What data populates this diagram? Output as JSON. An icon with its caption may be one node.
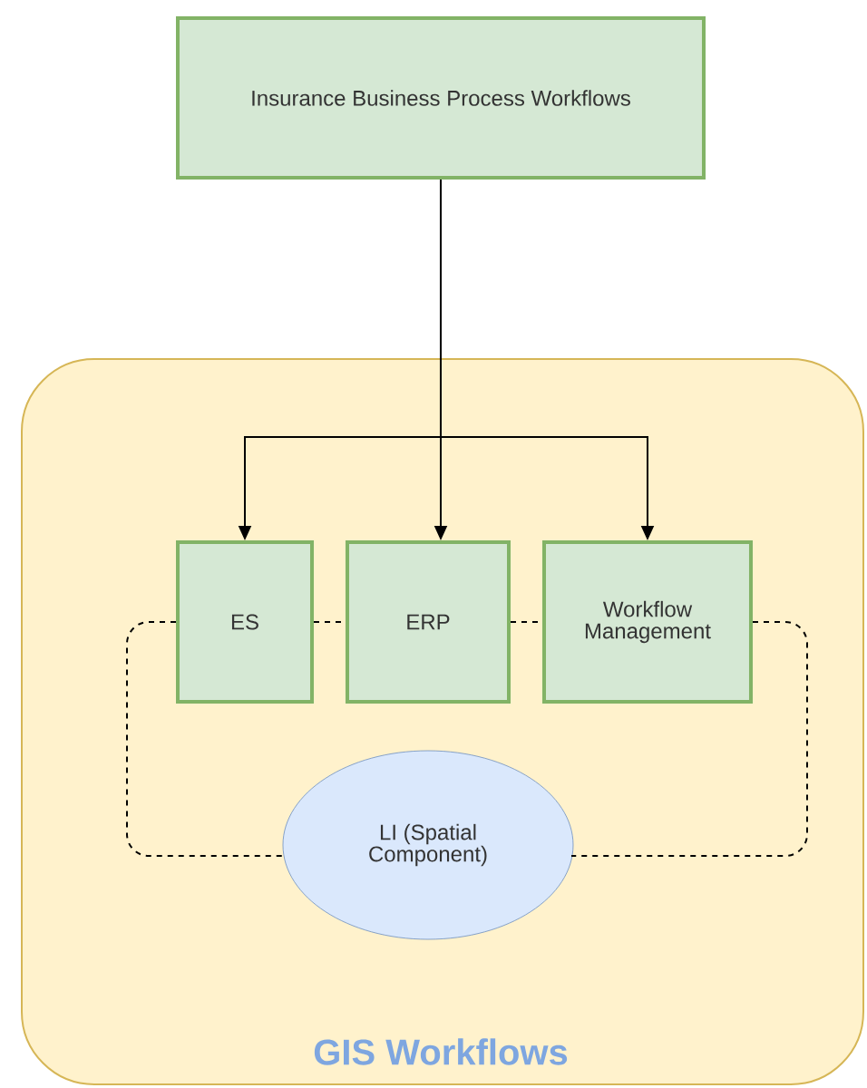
{
  "diagram": {
    "nodes": [
      {
        "text": [
          "Insurance Business Process Workflows"
        ]
      },
      {
        "text": [
          "GIS Workflows"
        ]
      },
      {
        "text": [
          "ES"
        ],
        "in": 1
      },
      {
        "text": [
          "ERP"
        ],
        "in": 1
      },
      {
        "text": [
          "Workflow Management"
        ],
        "in": 1
      },
      {
        "text": [
          "LI (Spatial Component)"
        ],
        "in": 1
      }
    ],
    "edges": [
      {
        "from": 0,
        "to": 2,
        "arrow": "to"
      },
      {
        "from": 0,
        "to": 3,
        "arrow": "to"
      },
      {
        "from": 0,
        "to": 4,
        "arrow": "to"
      },
      {
        "from": 2,
        "to": 3,
        "arrow": "none",
        "style": "dashed"
      },
      {
        "from": 3,
        "to": 4,
        "arrow": "none",
        "style": "dashed"
      },
      {
        "from": 2,
        "to": 5,
        "arrow": "none",
        "style": "dashed"
      },
      {
        "from": 4,
        "to": 5,
        "arrow": "none",
        "style": "dashed"
      }
    ]
  }
}
